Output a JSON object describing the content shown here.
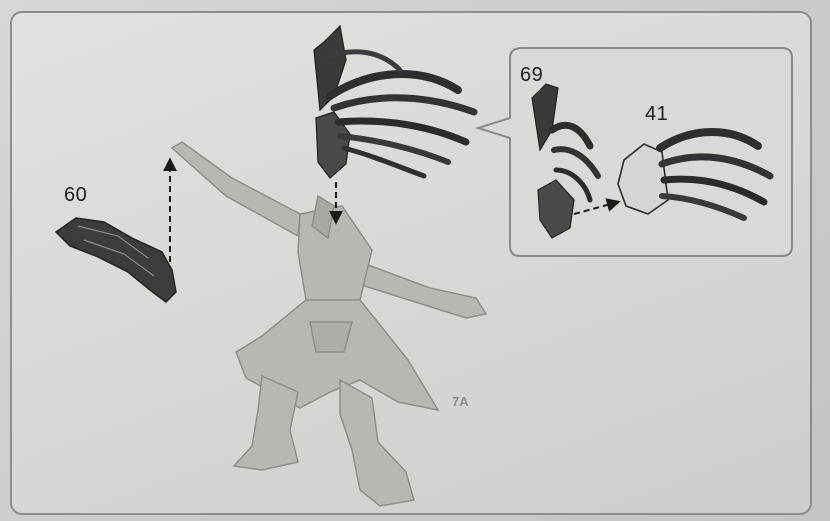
{
  "labels": {
    "part_60": "60",
    "part_69": "69",
    "part_41": "41",
    "step": "7A"
  },
  "colors": {
    "panel_border": "#8d8d8a",
    "dark_part": "#3a3a3a",
    "figure": "#b8b8b3",
    "arrow": "#1a1a1a"
  }
}
